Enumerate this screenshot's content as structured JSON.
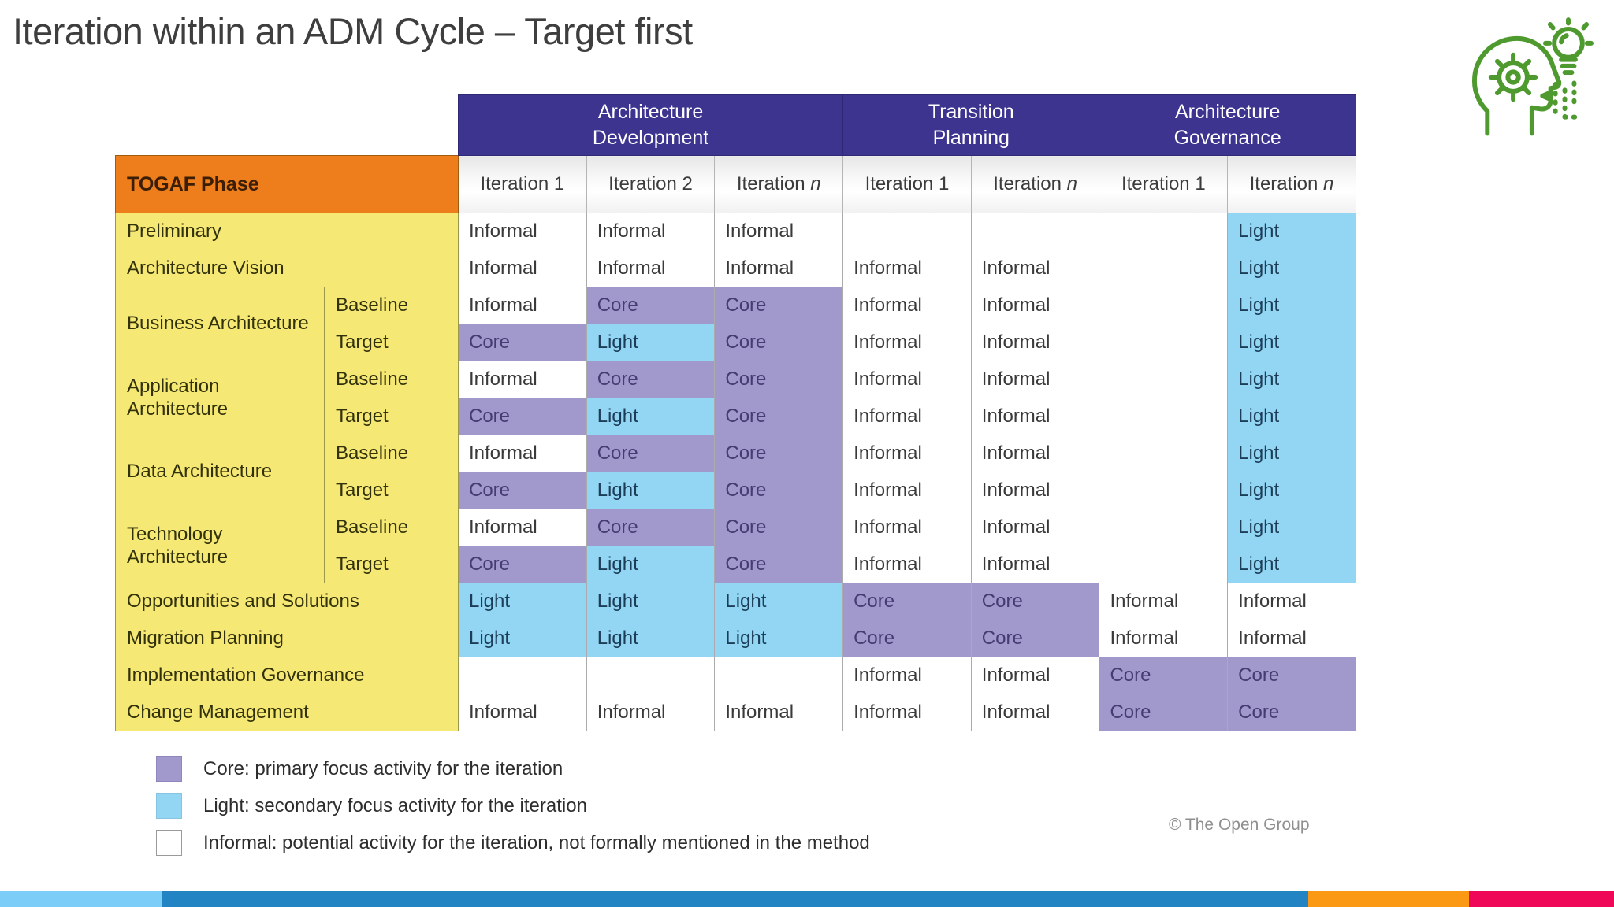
{
  "slide": {
    "title": "Iteration within an ADM Cycle – Target first",
    "copyright": "© The Open Group"
  },
  "colors": {
    "core": "#a199cb",
    "light": "#92d6f4",
    "informal": "#ffffff",
    "group_header_bg": "#3d3490",
    "corner_bg": "#ee7d1b",
    "phase_bg": "#f6e874",
    "icon_green": "#4f9a2f",
    "footer_segments": [
      "#7ccdf8",
      "#2384c4",
      "#fb9914",
      "#ef0758"
    ]
  },
  "table": {
    "corner_label": "TOGAF Phase",
    "groups": [
      {
        "label": "Architecture Development",
        "span": 3
      },
      {
        "label": "Transition Planning",
        "span": 2
      },
      {
        "label": "Architecture Governance",
        "span": 2
      }
    ],
    "iteration_headers": [
      "Iteration 1",
      "Iteration 2",
      "Iteration n",
      "Iteration 1",
      "Iteration n",
      "Iteration 1",
      "Iteration n"
    ],
    "rows": [
      {
        "phase": "Preliminary",
        "sub": null,
        "first": false,
        "cells": [
          "Informal",
          "Informal",
          "Informal",
          "",
          "",
          "",
          "Light"
        ]
      },
      {
        "phase": "Architecture Vision",
        "sub": null,
        "first": false,
        "cells": [
          "Informal",
          "Informal",
          "Informal",
          "Informal",
          "Informal",
          "",
          "Light"
        ]
      },
      {
        "phase": "Business Architecture",
        "sub": "Baseline",
        "first": true,
        "cells": [
          "Informal",
          "Core",
          "Core",
          "Informal",
          "Informal",
          "",
          "Light"
        ]
      },
      {
        "phase": "Business Architecture",
        "sub": "Target",
        "first": false,
        "cells": [
          "Core",
          "Light",
          "Core",
          "Informal",
          "Informal",
          "",
          "Light"
        ]
      },
      {
        "phase": "Application Architecture",
        "sub": "Baseline",
        "first": true,
        "cells": [
          "Informal",
          "Core",
          "Core",
          "Informal",
          "Informal",
          "",
          "Light"
        ]
      },
      {
        "phase": "Application Architecture",
        "sub": "Target",
        "first": false,
        "cells": [
          "Core",
          "Light",
          "Core",
          "Informal",
          "Informal",
          "",
          "Light"
        ]
      },
      {
        "phase": "Data Architecture",
        "sub": "Baseline",
        "first": true,
        "cells": [
          "Informal",
          "Core",
          "Core",
          "Informal",
          "Informal",
          "",
          "Light"
        ]
      },
      {
        "phase": "Data Architecture",
        "sub": "Target",
        "first": false,
        "cells": [
          "Core",
          "Light",
          "Core",
          "Informal",
          "Informal",
          "",
          "Light"
        ]
      },
      {
        "phase": "Technology Architecture",
        "sub": "Baseline",
        "first": true,
        "cells": [
          "Informal",
          "Core",
          "Core",
          "Informal",
          "Informal",
          "",
          "Light"
        ]
      },
      {
        "phase": "Technology Architecture",
        "sub": "Target",
        "first": false,
        "cells": [
          "Core",
          "Light",
          "Core",
          "Informal",
          "Informal",
          "",
          "Light"
        ]
      },
      {
        "phase": "Opportunities and Solutions",
        "sub": null,
        "first": false,
        "cells": [
          "Light",
          "Light",
          "Light",
          "Core",
          "Core",
          "Informal",
          "Informal"
        ]
      },
      {
        "phase": "Migration Planning",
        "sub": null,
        "first": false,
        "cells": [
          "Light",
          "Light",
          "Light",
          "Core",
          "Core",
          "Informal",
          "Informal"
        ]
      },
      {
        "phase": "Implementation Governance",
        "sub": null,
        "first": false,
        "cells": [
          "",
          "",
          "",
          "Informal",
          "Informal",
          "Core",
          "Core"
        ]
      },
      {
        "phase": "Change Management",
        "sub": null,
        "first": false,
        "cells": [
          "Informal",
          "Informal",
          "Informal",
          "Informal",
          "Informal",
          "Core",
          "Core"
        ]
      }
    ]
  },
  "legend": {
    "items": [
      {
        "type": "core",
        "text": "Core: primary focus activity for the iteration"
      },
      {
        "type": "light",
        "text": "Light: secondary focus activity for the iteration"
      },
      {
        "type": "informal",
        "text": "Informal: potential activity for the iteration, not formally mentioned in the method"
      }
    ]
  },
  "icons": {
    "top_right": "head-gear-lightbulb-icon"
  }
}
